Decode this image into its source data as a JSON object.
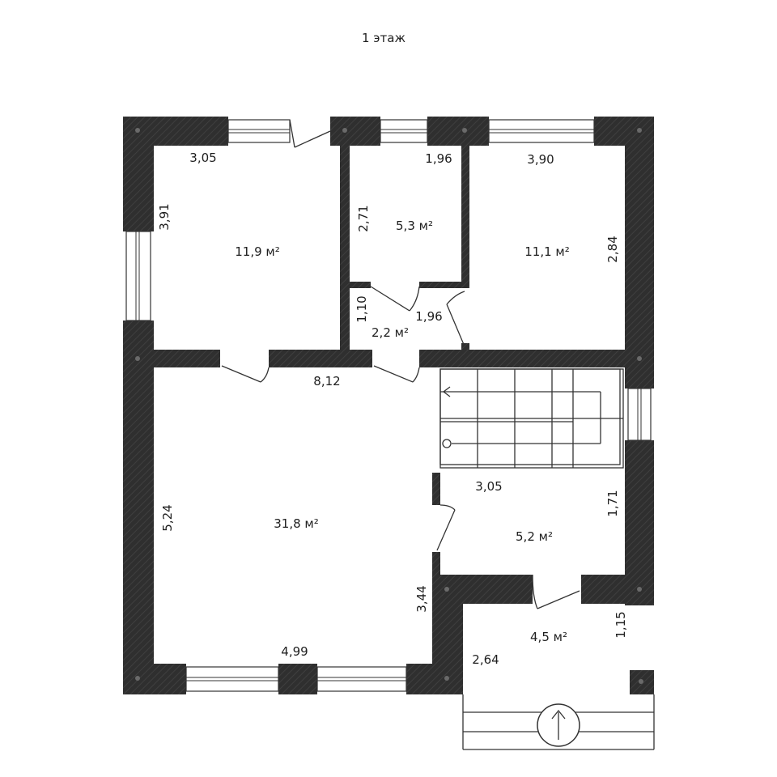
{
  "title": "1 этаж",
  "colors": {
    "wall": "#2f2f2f",
    "wall_hatch": "#3d3d3d",
    "background": "#ffffff",
    "line": "#333333"
  },
  "rooms": [
    {
      "id": "room-nw",
      "area": "11,9 м²"
    },
    {
      "id": "room-small",
      "area": "5,3 м²"
    },
    {
      "id": "room-ne",
      "area": "11,1 м²"
    },
    {
      "id": "hall",
      "area": "2,2 м²"
    },
    {
      "id": "living",
      "area": "31,8 м²"
    },
    {
      "id": "bath",
      "area": "5,2 м²"
    },
    {
      "id": "porch",
      "area": "4,5 м²"
    }
  ],
  "dimensions": [
    {
      "id": "nw-width",
      "text": "3,05"
    },
    {
      "id": "nw-height",
      "text": "3,91"
    },
    {
      "id": "small-width",
      "text": "1,96"
    },
    {
      "id": "small-height",
      "text": "2,71"
    },
    {
      "id": "ne-width",
      "text": "3,90"
    },
    {
      "id": "ne-height",
      "text": "2,84"
    },
    {
      "id": "hall-height",
      "text": "1,10"
    },
    {
      "id": "hall-width",
      "text": "1,96"
    },
    {
      "id": "living-length",
      "text": "8,12"
    },
    {
      "id": "living-height",
      "text": "5,24"
    },
    {
      "id": "living-width",
      "text": "4,99"
    },
    {
      "id": "bath-width",
      "text": "3,05"
    },
    {
      "id": "bath-height",
      "text": "1,71"
    },
    {
      "id": "porch-step",
      "text": "3,44"
    },
    {
      "id": "porch-height",
      "text": "1,15"
    },
    {
      "id": "porch-width",
      "text": "2,64"
    }
  ]
}
